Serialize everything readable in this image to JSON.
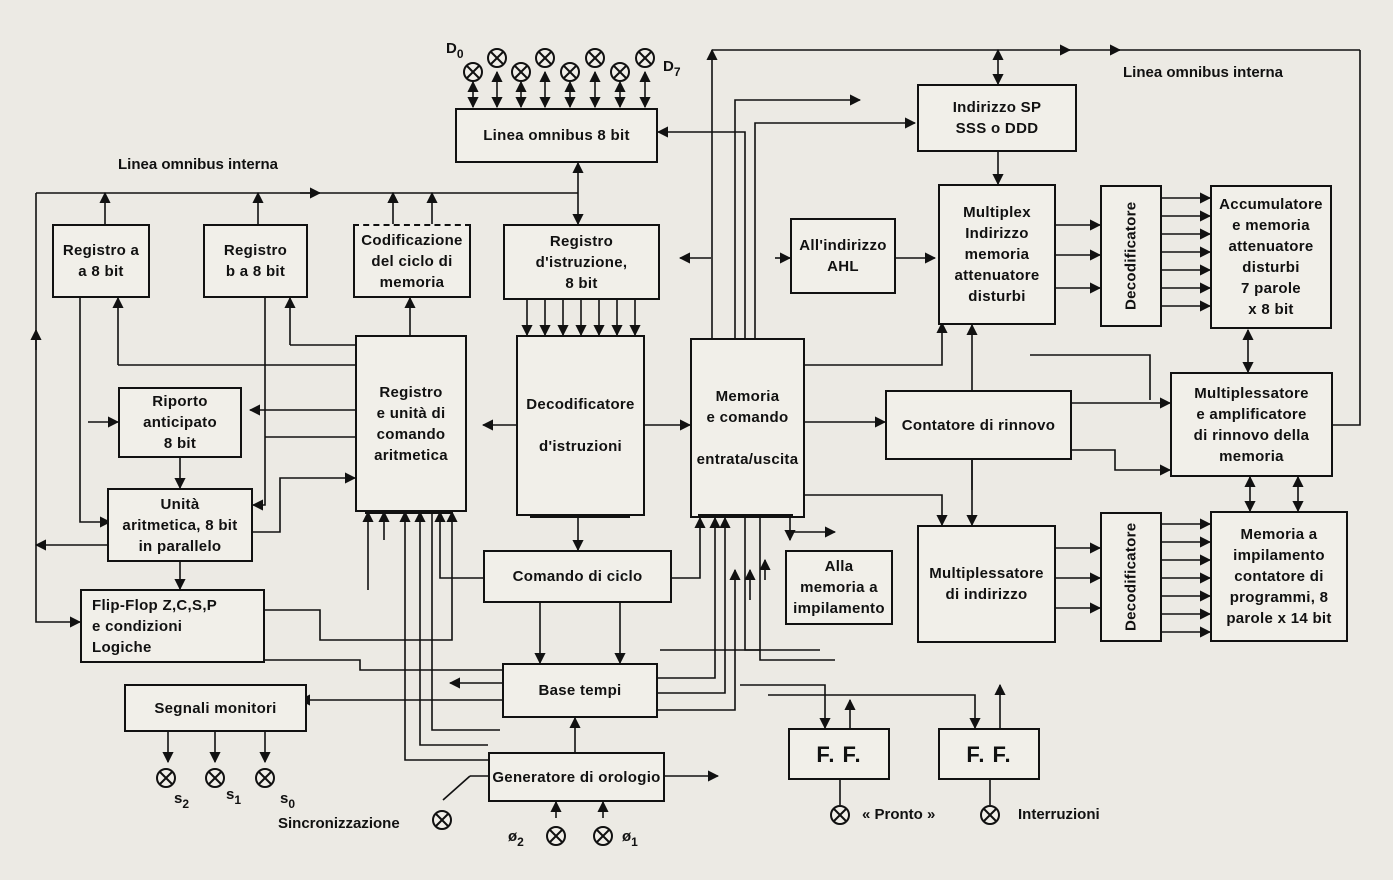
{
  "labels": {
    "internal_bus_top_right": "Linea omnibus interna",
    "internal_bus_left": "Linea omnibus interna",
    "d0_letter": "D",
    "d0_index": "0",
    "d7_letter": "D",
    "d7_index": "7",
    "s2_letter": "s",
    "s2_index": "2",
    "s1_letter": "s",
    "s1_index": "1",
    "s0_letter": "s",
    "s0_index": "0",
    "phi2_letter": "ø",
    "phi2_index": "2",
    "phi1_letter": "ø",
    "phi1_index": "1",
    "sync": "Sincronizzazione",
    "ready": "« Pronto »",
    "interrupts": "Interruzioni"
  },
  "blocks": {
    "bus8": "Linea omnibus 8 bit",
    "reg_a": "Registro a\na 8 bit",
    "reg_b": "Registro\nb a 8 bit",
    "cycle_coding": "Codificazione\ndel ciclo di\nmemoria",
    "instr_reg": "Registro\nd'istruzione,\n8 bit",
    "ahl": "All'indirizzo\nAHL",
    "sp_addr": "Indirizzo SP\nSSS o DDD",
    "mux_addr_mem": "Multiplex\nIndirizzo\nmemoria\nattenuatore\ndisturbi",
    "decoder_top": "Decodificatore",
    "accumulator": "Accumulatore\ne memoria\nattenuatore\ndisturbi\n7 parole\nx 8 bit",
    "carry_lookahead": "Riporto\nanticipato\n8 bit",
    "alu_ctrl": "Registro\ne unità di\ncomando\naritmetica",
    "instr_decoder": "Decodificatore\n\nd'istruzioni",
    "mem_io": "Memoria\ne comando\n\nentrata/uscita",
    "refresh_counter": "Contatore di rinnovo",
    "refresh_mux": "Multiplessatore\ne amplificatore\ndi rinnovo della\nmemoria",
    "alu": "Unità\naritmetica, 8 bit\nin parallelo",
    "cycle_ctrl": "Comando di ciclo",
    "to_stack": "Alla\nmemoria a\nimpilamento",
    "addr_mux": "Multiplessatore\ndi indirizzo",
    "decoder_bottom": "Decodificatore",
    "stack_mem": "Memoria a\nimpilamento\ncontatore di\nprogrammi, 8\nparole x 14 bit",
    "flags": "Flip-Flop Z,C,S,P\ne condizioni\nLogiche",
    "timebase": "Base tempi",
    "monitor": "Segnali monitori",
    "clock_gen": "Generatore di orologio",
    "ff1": "F. F.",
    "ff2": "F. F."
  }
}
